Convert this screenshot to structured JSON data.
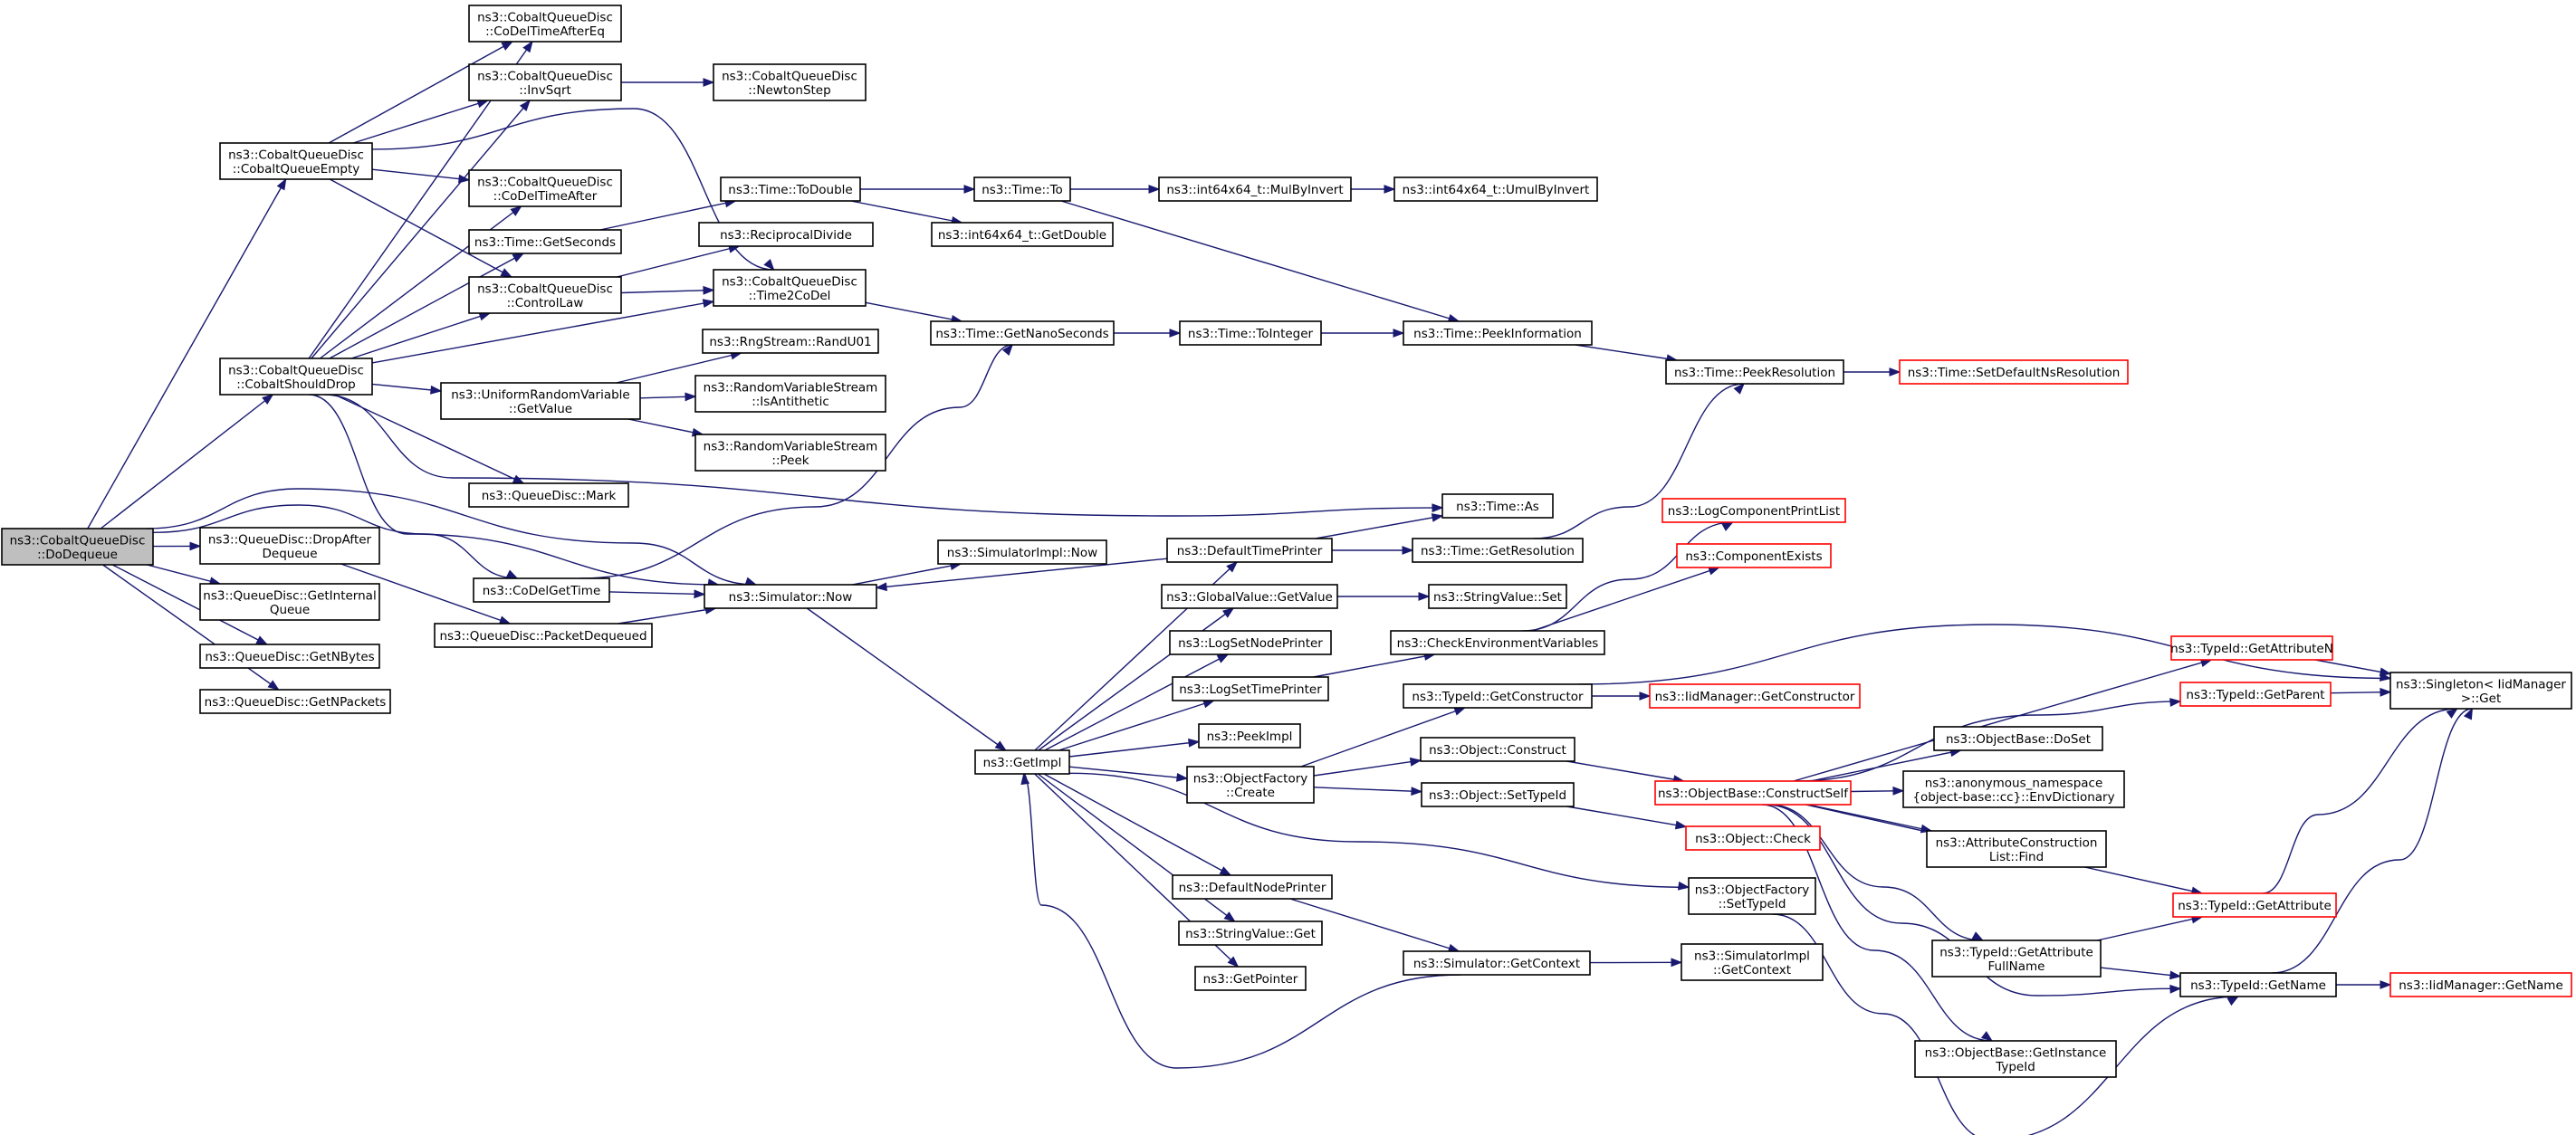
{
  "graph": {
    "colors": {
      "edge": "#191970",
      "node_border": "#000000",
      "truncated_border": "#ff0000",
      "root_fill": "#bfbfbf",
      "node_fill": "#ffffff"
    },
    "nodes": [
      {
        "id": "dodequeue",
        "lines": [
          "ns3::CobaltQueueDisc",
          "::DoDequeue"
        ],
        "root": true
      },
      {
        "id": "cobaltqueueempty",
        "lines": [
          "ns3::CobaltQueueDisc",
          "::CobaltQueueEmpty"
        ]
      },
      {
        "id": "cobaltshoulddrop",
        "lines": [
          "ns3::CobaltQueueDisc",
          "::CobaltShouldDrop"
        ]
      },
      {
        "id": "dropafterdequeue",
        "lines": [
          "ns3::QueueDisc::DropAfter",
          "Dequeue"
        ]
      },
      {
        "id": "getinternalqueue",
        "lines": [
          "ns3::QueueDisc::GetInternal",
          "Queue"
        ]
      },
      {
        "id": "getnbytes",
        "lines": [
          "ns3::QueueDisc::GetNBytes"
        ]
      },
      {
        "id": "getnpackets",
        "lines": [
          "ns3::QueueDisc::GetNPackets"
        ]
      },
      {
        "id": "codeltimeaftereq",
        "lines": [
          "ns3::CobaltQueueDisc",
          "::CoDelTimeAfterEq"
        ]
      },
      {
        "id": "invsqrt",
        "lines": [
          "ns3::CobaltQueueDisc",
          "::InvSqrt"
        ]
      },
      {
        "id": "codeltimeafter",
        "lines": [
          "ns3::CobaltQueueDisc",
          "::CoDelTimeAfter"
        ]
      },
      {
        "id": "getseconds",
        "lines": [
          "ns3::Time::GetSeconds"
        ]
      },
      {
        "id": "controllaw",
        "lines": [
          "ns3::CobaltQueueDisc",
          "::ControlLaw"
        ]
      },
      {
        "id": "uniformgetvalue",
        "lines": [
          "ns3::UniformRandomVariable",
          "::GetValue"
        ]
      },
      {
        "id": "mark",
        "lines": [
          "ns3::QueueDisc::Mark"
        ]
      },
      {
        "id": "codelgettime",
        "lines": [
          "ns3::CoDelGetTime"
        ]
      },
      {
        "id": "packetdequeued",
        "lines": [
          "ns3::QueueDisc::PacketDequeued"
        ]
      },
      {
        "id": "newtonstep",
        "lines": [
          "ns3::CobaltQueueDisc",
          "::NewtonStep"
        ]
      },
      {
        "id": "todouble",
        "lines": [
          "ns3::Time::ToDouble"
        ]
      },
      {
        "id": "reciprocaldivide",
        "lines": [
          "ns3::ReciprocalDivide"
        ]
      },
      {
        "id": "time2codel",
        "lines": [
          "ns3::CobaltQueueDisc",
          "::Time2CoDel"
        ]
      },
      {
        "id": "randu01",
        "lines": [
          "ns3::RngStream::RandU01"
        ]
      },
      {
        "id": "isantithetic",
        "lines": [
          "ns3::RandomVariableStream",
          "::IsAntithetic"
        ]
      },
      {
        "id": "peek",
        "lines": [
          "ns3::RandomVariableStream",
          "::Peek"
        ]
      },
      {
        "id": "simnow",
        "lines": [
          "ns3::Simulator::Now"
        ]
      },
      {
        "id": "timeto",
        "lines": [
          "ns3::Time::To"
        ]
      },
      {
        "id": "getdouble",
        "lines": [
          "ns3::int64x64_t::GetDouble"
        ]
      },
      {
        "id": "getnanoseconds",
        "lines": [
          "ns3::Time::GetNanoSeconds"
        ]
      },
      {
        "id": "simimplnow",
        "lines": [
          "ns3::SimulatorImpl::Now"
        ]
      },
      {
        "id": "getimpl",
        "lines": [
          "ns3::GetImpl"
        ]
      },
      {
        "id": "mulbyinvert",
        "lines": [
          "ns3::int64x64_t::MulByInvert"
        ]
      },
      {
        "id": "umulbyinvert",
        "lines": [
          "ns3::int64x64_t::UmulByInvert"
        ]
      },
      {
        "id": "tointeger",
        "lines": [
          "ns3::Time::ToInteger"
        ]
      },
      {
        "id": "peekinformation",
        "lines": [
          "ns3::Time::PeekInformation"
        ]
      },
      {
        "id": "peekresolution",
        "lines": [
          "ns3::Time::PeekResolution"
        ]
      },
      {
        "id": "setdefaultnsresolution",
        "lines": [
          "ns3::Time::SetDefaultNsResolution"
        ],
        "truncated": true
      },
      {
        "id": "timeas",
        "lines": [
          "ns3::Time::As"
        ]
      },
      {
        "id": "defaulttimeprinter",
        "lines": [
          "ns3::DefaultTimePrinter"
        ]
      },
      {
        "id": "getresolution",
        "lines": [
          "ns3::Time::GetResolution"
        ]
      },
      {
        "id": "logcomponentprintlist",
        "lines": [
          "ns3::LogComponentPrintList"
        ],
        "truncated": true
      },
      {
        "id": "componentexists",
        "lines": [
          "ns3::ComponentExists"
        ],
        "truncated": true
      },
      {
        "id": "globalvaluegetvalue",
        "lines": [
          "ns3::GlobalValue::GetValue"
        ]
      },
      {
        "id": "stringvalueset",
        "lines": [
          "ns3::StringValue::Set"
        ]
      },
      {
        "id": "logsetnodeprinter",
        "lines": [
          "ns3::LogSetNodePrinter"
        ]
      },
      {
        "id": "checkenvvars",
        "lines": [
          "ns3::CheckEnvironmentVariables"
        ]
      },
      {
        "id": "logsettimeprinter",
        "lines": [
          "ns3::LogSetTimePrinter"
        ]
      },
      {
        "id": "typeidgetconstructor",
        "lines": [
          "ns3::TypeId::GetConstructor"
        ]
      },
      {
        "id": "iidmanagergetconstructor",
        "lines": [
          "ns3::IidManager::GetConstructor"
        ],
        "truncated": true
      },
      {
        "id": "peekimpl",
        "lines": [
          "ns3::PeekImpl"
        ]
      },
      {
        "id": "objectfactorycreate",
        "lines": [
          "ns3::ObjectFactory",
          "::Create"
        ]
      },
      {
        "id": "objectconstruct",
        "lines": [
          "ns3::Object::Construct"
        ]
      },
      {
        "id": "objectsettypeid",
        "lines": [
          "ns3::Object::SetTypeId"
        ]
      },
      {
        "id": "objectcheck",
        "lines": [
          "ns3::Object::Check"
        ],
        "truncated": true
      },
      {
        "id": "constructself",
        "lines": [
          "ns3::ObjectBase::ConstructSelf"
        ],
        "truncated": true
      },
      {
        "id": "getattributen",
        "lines": [
          "ns3::TypeId::GetAttributeN"
        ],
        "truncated": true
      },
      {
        "id": "getparent",
        "lines": [
          "ns3::TypeId::GetParent"
        ],
        "truncated": true
      },
      {
        "id": "singletonget",
        "lines": [
          "ns3::Singleton< IidManager",
          " >::Get"
        ]
      },
      {
        "id": "doset",
        "lines": [
          "ns3::ObjectBase::DoSet"
        ]
      },
      {
        "id": "envdictionary",
        "lines": [
          "ns3::anonymous_namespace",
          "{object-base::cc}::EnvDictionary"
        ]
      },
      {
        "id": "attrconstructionlistfind",
        "lines": [
          "ns3::AttributeConstruction",
          "List::Find"
        ]
      },
      {
        "id": "getattribute",
        "lines": [
          "ns3::TypeId::GetAttribute"
        ],
        "truncated": true
      },
      {
        "id": "defaultnodeprinter",
        "lines": [
          "ns3::DefaultNodePrinter"
        ]
      },
      {
        "id": "objectfactorysettypeid",
        "lines": [
          "ns3::ObjectFactory",
          "::SetTypeId"
        ]
      },
      {
        "id": "stringvalueget",
        "lines": [
          "ns3::StringValue::Get"
        ]
      },
      {
        "id": "getattributefullname",
        "lines": [
          "ns3::TypeId::GetAttribute",
          "FullName"
        ]
      },
      {
        "id": "typeidgetname",
        "lines": [
          "ns3::TypeId::GetName"
        ]
      },
      {
        "id": "iidmanagergetname",
        "lines": [
          "ns3::IidManager::GetName"
        ],
        "truncated": true
      },
      {
        "id": "getpointer",
        "lines": [
          "ns3::GetPointer"
        ]
      },
      {
        "id": "simgetcontext",
        "lines": [
          "ns3::Simulator::GetContext"
        ]
      },
      {
        "id": "simimplgetcontext",
        "lines": [
          "ns3::SimulatorImpl",
          "::GetContext"
        ]
      },
      {
        "id": "getinstancetypeid",
        "lines": [
          "ns3::ObjectBase::GetInstance",
          "TypeId"
        ]
      }
    ]
  }
}
